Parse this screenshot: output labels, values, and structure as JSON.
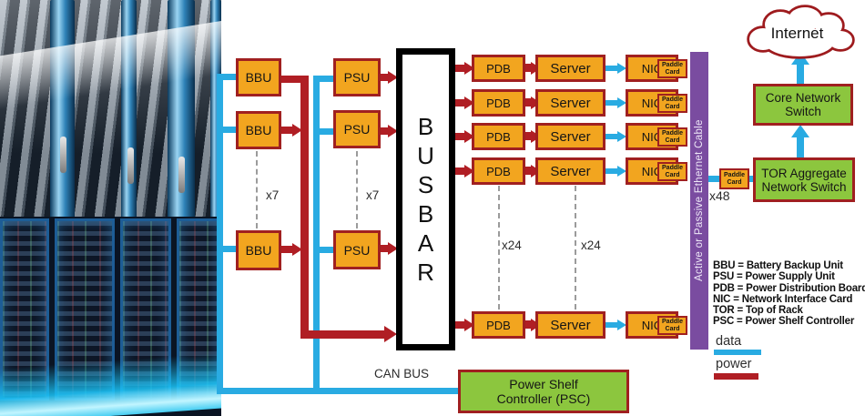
{
  "colors": {
    "box_fill": "#F2A51F",
    "box_border": "#A02020",
    "power_line": "#B01E24",
    "data_line": "#29ABE2",
    "ethernet_bar": "#7A4CA0",
    "switch_fill": "#8CC63E"
  },
  "photo": {
    "description": "data center server racks"
  },
  "power_chain": {
    "bbu_units": [
      "BBU",
      "BBU",
      "BBU"
    ],
    "bbu_multiplier": "x7",
    "psu_units": [
      "PSU",
      "PSU",
      "PSU"
    ],
    "psu_multiplier": "x7",
    "busbar": {
      "label": "BUSBAR",
      "letters": [
        "B",
        "U",
        "S",
        "B",
        "A",
        "R"
      ]
    }
  },
  "server_rows": [
    {
      "pdb": "PDB",
      "server": "Server",
      "nic": "NIC",
      "paddle": "Paddle Card"
    },
    {
      "pdb": "PDB",
      "server": "Server",
      "nic": "NIC",
      "paddle": "Paddle Card"
    },
    {
      "pdb": "PDB",
      "server": "Server",
      "nic": "NIC",
      "paddle": "Paddle Card"
    },
    {
      "pdb": "PDB",
      "server": "Server",
      "nic": "NIC",
      "paddle": "Paddle Card"
    },
    {
      "pdb": "PDB",
      "server": "Server",
      "nic": "NIC",
      "paddle": "Paddle Card"
    }
  ],
  "multipliers": {
    "pdb_rows": "x24",
    "server_rows": "x24",
    "ethernet": "x48"
  },
  "ethernet_bar_label": "Active or Passive Ethernet Cable",
  "network": {
    "tor_paddle": "Paddle Card",
    "tor_switch": "TOR Aggregate Network Switch",
    "core_switch": "Core Network Switch",
    "internet": "Internet"
  },
  "bottom": {
    "can_bus": "CAN BUS",
    "psc": "Power Shelf Controller (PSC)"
  },
  "legend": {
    "items": [
      "BBU = Battery Backup Unit",
      "PSU = Power Supply Unit",
      "PDB = Power Distribution Board",
      "NIC = Network Interface Card",
      "TOR = Top of Rack",
      "PSC = Power Shelf Controller"
    ],
    "lines": [
      {
        "label": "data",
        "color": "#29ABE2"
      },
      {
        "label": "power",
        "color": "#B01E24"
      }
    ]
  }
}
